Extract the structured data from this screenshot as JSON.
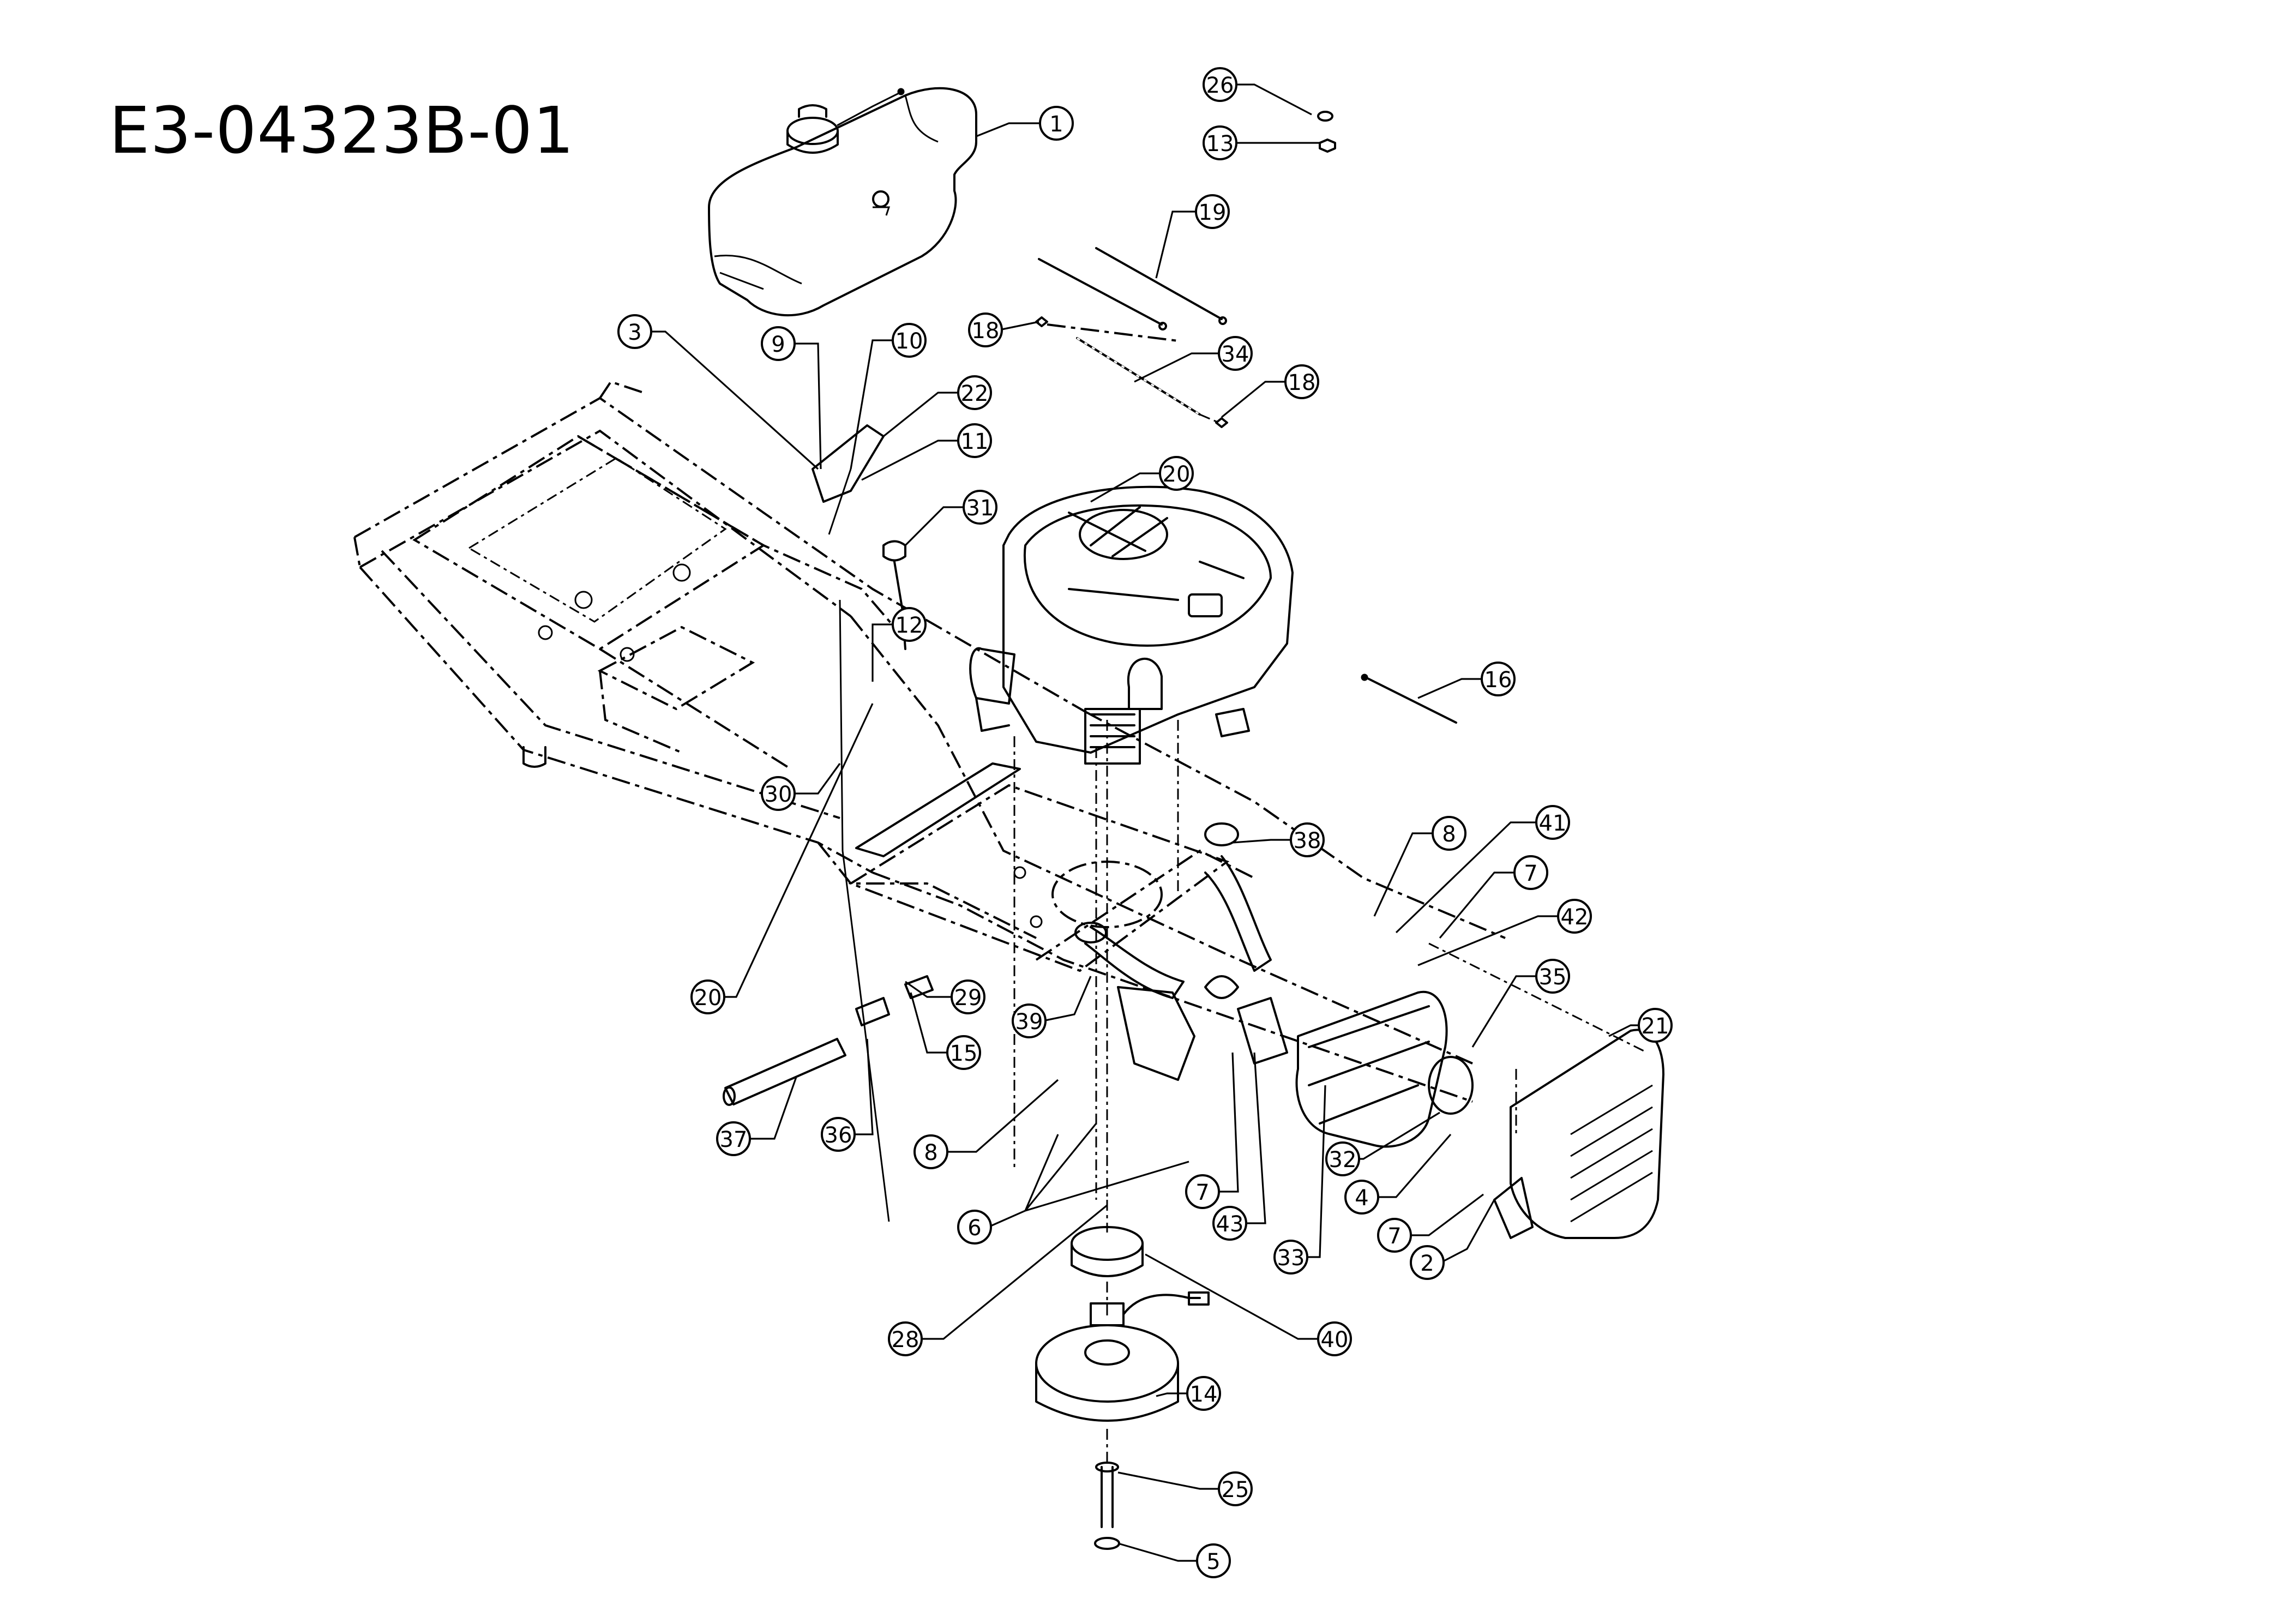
{
  "title": "E3-04323B-01",
  "parts": [
    {
      "label": "1",
      "key": "fuel-tank"
    },
    {
      "label": "26",
      "key": "hardware-26"
    },
    {
      "label": "13",
      "key": "nut"
    },
    {
      "label": "19",
      "key": "strap"
    },
    {
      "label": "18",
      "key": "clip-upper"
    },
    {
      "label": "34",
      "key": "fuel-line-spring"
    },
    {
      "label": "18",
      "key": "clip-lower"
    },
    {
      "label": "3",
      "key": "bracket-3"
    },
    {
      "label": "9",
      "key": "cable-9"
    },
    {
      "label": "10",
      "key": "screw-10"
    },
    {
      "label": "22",
      "key": "throttle-control"
    },
    {
      "label": "11",
      "key": "screw-11"
    },
    {
      "label": "20",
      "key": "engine"
    },
    {
      "label": "31",
      "key": "dipstick-cap"
    },
    {
      "label": "12",
      "key": "fitting-12"
    },
    {
      "label": "16",
      "key": "cable-tie"
    },
    {
      "label": "30",
      "key": "dipstick-tube"
    },
    {
      "label": "38",
      "key": "exhaust-gasket"
    },
    {
      "label": "8",
      "key": "bolt-8-upper"
    },
    {
      "label": "41",
      "key": "heat-shield-bracket"
    },
    {
      "label": "7",
      "key": "screw-7-upper"
    },
    {
      "label": "42",
      "key": "nut-42"
    },
    {
      "label": "35",
      "key": "muffler-clamp"
    },
    {
      "label": "20",
      "key": "choke-cable"
    },
    {
      "label": "29",
      "key": "fitting-29"
    },
    {
      "label": "15",
      "key": "hose-clamp"
    },
    {
      "label": "39",
      "key": "exhaust-pipe"
    },
    {
      "label": "21",
      "key": "muffler-guard"
    },
    {
      "label": "37",
      "key": "drain-hose"
    },
    {
      "label": "36",
      "key": "drain-fitting"
    },
    {
      "label": "8",
      "key": "bolt-8-lower"
    },
    {
      "label": "32",
      "key": "muffler-gasket"
    },
    {
      "label": "4",
      "key": "washer-4"
    },
    {
      "label": "7",
      "key": "screw-7-mid"
    },
    {
      "label": "43",
      "key": "spacer-43"
    },
    {
      "label": "7",
      "key": "screw-7-lower"
    },
    {
      "label": "6",
      "key": "engine-bolts"
    },
    {
      "label": "33",
      "key": "muffler"
    },
    {
      "label": "2",
      "key": "guard-bracket"
    },
    {
      "label": "28",
      "key": "clutch-wire"
    },
    {
      "label": "40",
      "key": "pulley"
    },
    {
      "label": "14",
      "key": "electric-clutch"
    },
    {
      "label": "25",
      "key": "clutch-bolt"
    },
    {
      "label": "5",
      "key": "washer-5"
    }
  ]
}
